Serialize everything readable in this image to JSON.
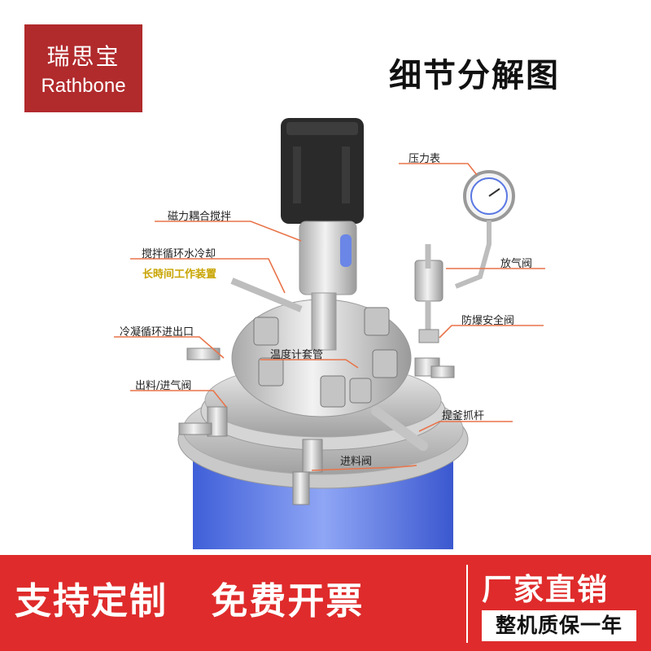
{
  "brand": {
    "name_cn": "瑞思宝",
    "name_en": "Rathbone"
  },
  "title": "细节分解图",
  "labels": {
    "pressure_gauge": "压力表",
    "magnetic_stirring": "磁力耦合搅拌",
    "stirring_cooling": "搅拌循环水冷却",
    "long_work_device": "长時间工作装置",
    "vent_valve": "放气阀",
    "safety_valve": "防爆安全阀",
    "condensing_port": "冷凝循环进出口",
    "thermo_sleeve": "温度计套管",
    "discharge_valve": "出料/进气阀",
    "lift_handle": "提釜抓杆",
    "feed_valve": "进料阀"
  },
  "banner": {
    "custom": "支持定制",
    "invoice": "免费开票",
    "direct_sale": "厂家直销",
    "warranty": "整机质保一年"
  },
  "colors": {
    "brand_red": "#b12a2c",
    "banner_red": "#df2b2b",
    "leader": "#e8744a",
    "highlight": "#c8a400",
    "vessel_blue": "#4f6fe0"
  }
}
